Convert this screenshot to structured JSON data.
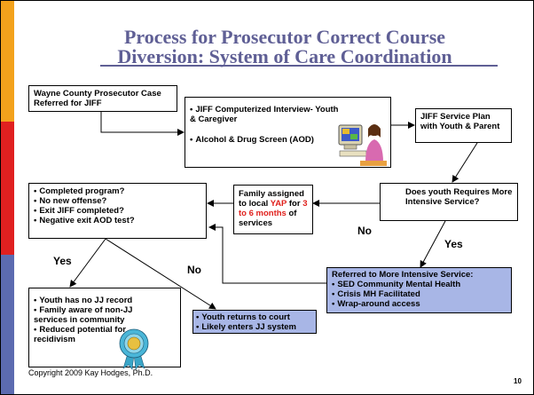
{
  "slide": {
    "title_line1": "Process for Prosecutor Correct Course",
    "title_line2": "Diversion: System of Care Coordination",
    "copyright": "Copyright 2009 Kay Hodges, Ph.D.",
    "page_number": "10"
  },
  "boxes": {
    "referral": "Wayne County Prosecutor Case Referred for JIFF",
    "interview": {
      "items": [
        "JIFF Computerized Interview- Youth & Caregiver",
        "Alcohol & Drug Screen (AOD)"
      ]
    },
    "service_plan": "JIFF Service Plan with Youth & Parent",
    "intensive_question": "Does youth Requires More Intensive Service?",
    "family_assigned": {
      "prefix": "Family assigned  to local ",
      "yap": "YAP",
      "middle": " for ",
      "duration": "3 to 6 months",
      "suffix": " of services"
    },
    "checklist": {
      "items": [
        "Completed  program?",
        "No new offense?",
        "Exit JIFF completed?",
        "Negative exit AOD test?"
      ]
    },
    "referred_intensive": {
      "heading": "Referred to More Intensive Service:",
      "items": [
        "SED Community Mental Health",
        "Crisis MH Facilitated",
        "Wrap-around access"
      ]
    },
    "good_outcome": {
      "items": [
        "Youth has no JJ record",
        "Family aware of non-JJ services in community",
        "Reduced potential for recidivism"
      ]
    },
    "court": {
      "items": [
        "Youth returns to court",
        "Likely enters JJ system"
      ]
    }
  },
  "labels": {
    "no_intensive": "No",
    "yes_intensive": "Yes",
    "yes_outcome": "Yes",
    "no_outcome": "No"
  },
  "colors": {
    "title": "#5f5f95",
    "highlight_box": "#a8b6e6",
    "yap_text": "#e0201c",
    "bar_orange": "#f3a21c",
    "bar_red": "#e02020",
    "bar_blue": "#5c6bb0"
  },
  "icons": [
    "computer-user-icon",
    "award-ribbon-icon"
  ]
}
